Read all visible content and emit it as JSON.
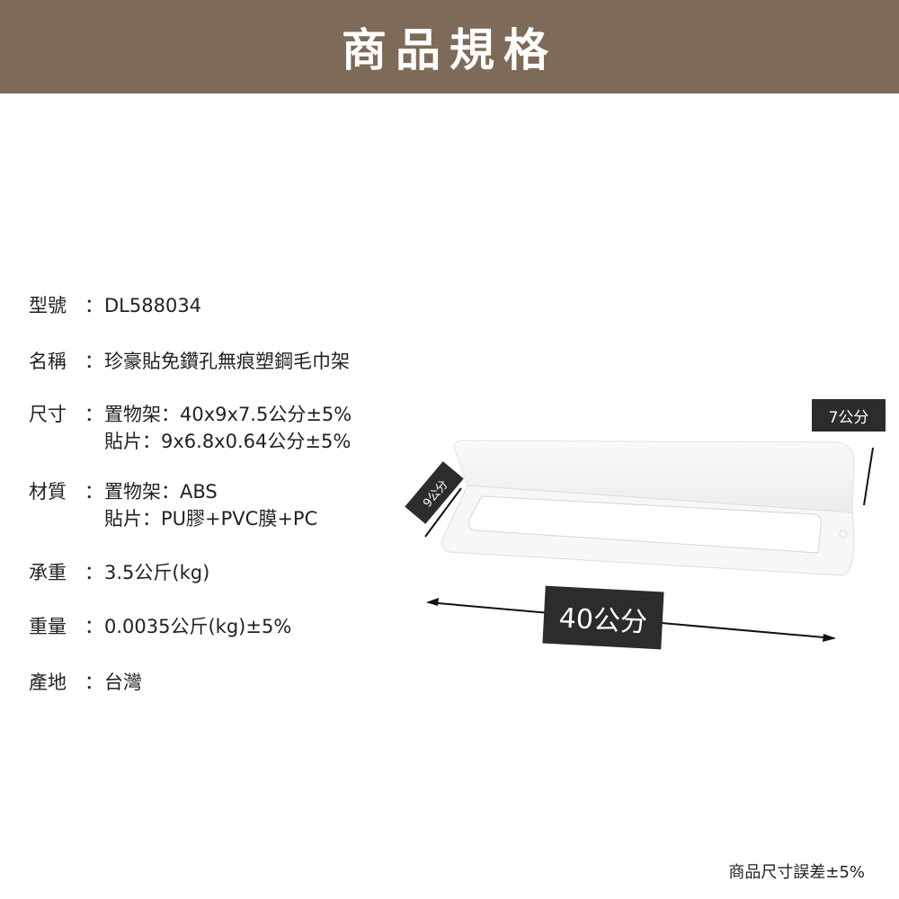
{
  "header": {
    "title": "商品規格",
    "background": "#7e6a59"
  },
  "specs": [
    {
      "label": "型號",
      "values": [
        "DL588034"
      ]
    },
    {
      "label": "名稱",
      "values": [
        "珍豪貼免鑽孔無痕塑鋼毛巾架"
      ]
    },
    {
      "label": "尺寸",
      "values": [
        "置物架：40x9x7.5公分±5%",
        "貼片：9x6.8x0.64公分±5%"
      ]
    },
    {
      "label": "材質",
      "values": [
        "置物架：ABS",
        "貼片：PU膠+PVC膜+PC"
      ]
    },
    {
      "label": "承重",
      "values": [
        "3.5公斤(kg)"
      ]
    },
    {
      "label": "重量",
      "values": [
        "0.0035公斤(kg)±5%"
      ]
    },
    {
      "label": "產地",
      "values": [
        "台灣"
      ]
    }
  ],
  "colon": "：",
  "dimensions": {
    "length": "40公分",
    "depth": "9公分",
    "height": "7公分"
  },
  "footer": "商品尺寸誤差±5%"
}
